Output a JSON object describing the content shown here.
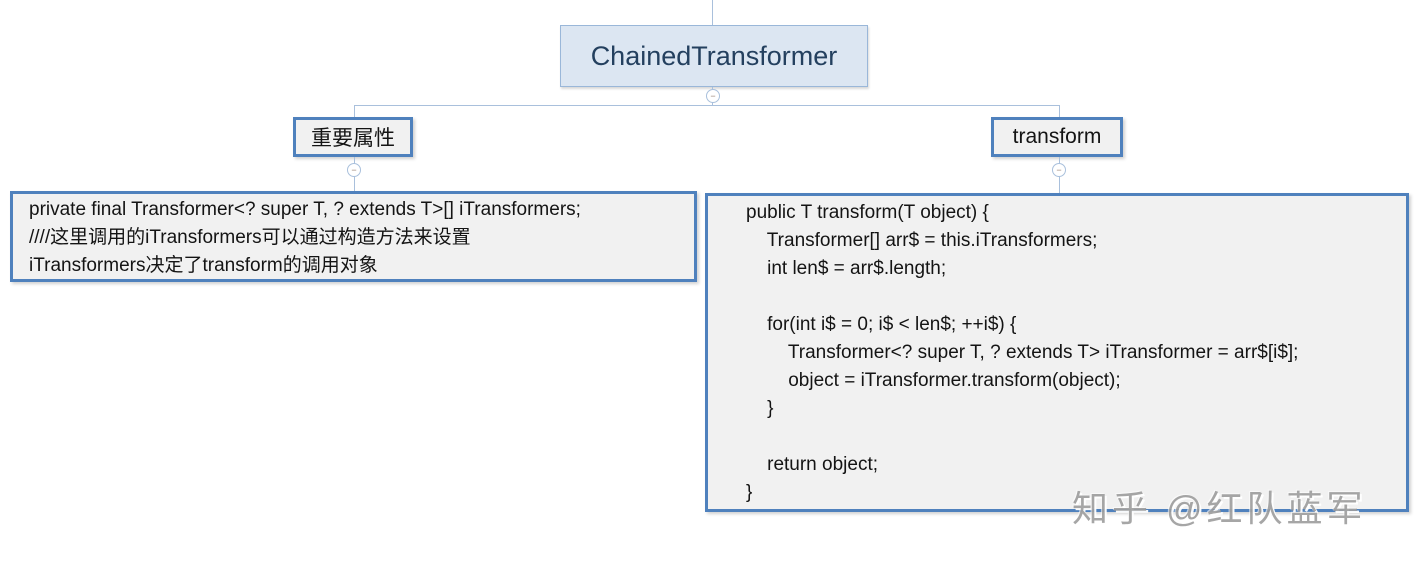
{
  "diagram": {
    "root": {
      "label": "ChainedTransformer"
    },
    "collapse_glyph": "−",
    "branches": [
      {
        "label": "重要属性",
        "lines": [
          "private final Transformer<? super T, ? extends T>[] iTransformers;",
          "////这里调用的iTransformers可以通过构造方法来设置",
          "iTransformers决定了transform的调用对象"
        ]
      },
      {
        "label": "transform",
        "lines": [
          "public T transform(T object) {",
          "    Transformer[] arr$ = this.iTransformers;",
          "    int len$ = arr$.length;",
          "",
          "    for(int i$ = 0; i$ < len$; ++i$) {",
          "        Transformer<? super T, ? extends T> iTransformer = arr$[i$];",
          "        object = iTransformer.transform(object);",
          "    }",
          "",
          "    return object;",
          "}"
        ]
      }
    ],
    "colors": {
      "root_fill": "#dce6f2",
      "root_border": "#9ab7d9",
      "root_text": "#24405f",
      "topic_border": "#4f81bd",
      "topic_fill": "#f1f1f1",
      "connector": "#a9c0dc",
      "text": "#141414"
    }
  },
  "watermark": {
    "text": "知乎 @红队蓝军"
  }
}
